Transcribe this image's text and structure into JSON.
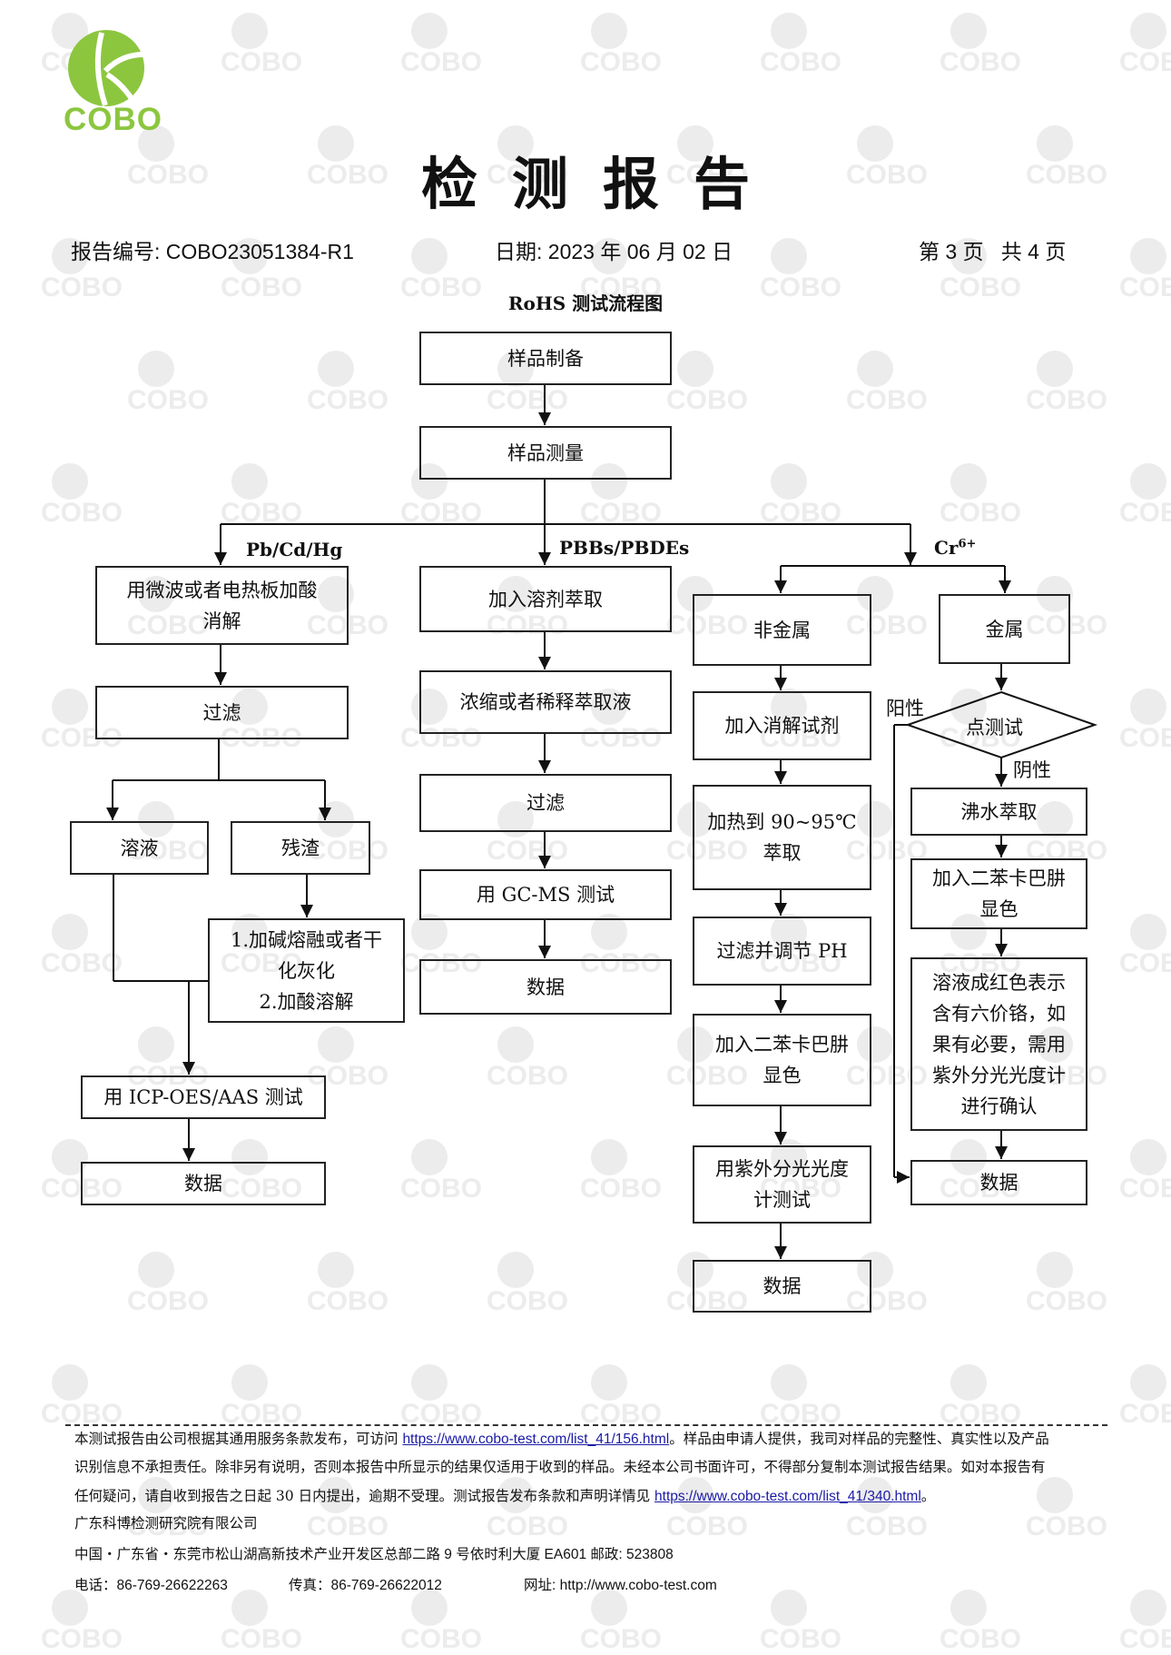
{
  "header": {
    "logo_text": "COBO",
    "title": "检测报告",
    "report_no_label": "报告编号:",
    "report_no": "COBO23051384-R1",
    "date_label": "日期:",
    "date_value": "2023 年 06 月 02 日",
    "page_info": "第 3 页   共 4 页"
  },
  "chart_title": "RoHS 测试流程图",
  "watermark_text": "COBO",
  "flow": {
    "top": {
      "prep": "样品制备",
      "measure": "样品测量"
    },
    "branch_labels": {
      "pb": "Pb/Cd/Hg",
      "pbb": "PBBs/PBDEs",
      "cr": "Cr",
      "cr_sup": "6+"
    },
    "pb": {
      "digest_1": "用微波或者电热板加酸",
      "digest_2": "消解",
      "filter": "过滤",
      "solution": "溶液",
      "residue": "残渣",
      "fuse_1": "1.加碱熔融或者干",
      "fuse_2": "化灰化",
      "fuse_3": "2.加酸溶解",
      "icp": "用 ICP-OES/AAS 测试",
      "data": "数据"
    },
    "pbb": {
      "solvent": "加入溶剂萃取",
      "concentrate": "浓缩或者稀释萃取液",
      "filter": "过滤",
      "gcms": "用 GC-MS 测试",
      "data": "数据"
    },
    "cr_nonmetal": {
      "nonmetal": "非金属",
      "reagent": "加入消解试剂",
      "heat_1": "加热到 90~95℃",
      "heat_2": "萃取",
      "filter_ph": "过滤并调节 PH",
      "color_1": "加入二苯卡巴肼",
      "color_2": "显色",
      "uv_1": "用紫外分光光度",
      "uv_2": "计测试",
      "data": "数据"
    },
    "cr_metal": {
      "metal": "金属",
      "spot": "点测试",
      "positive": "阳性",
      "negative": "阴性",
      "boil": "沸水萃取",
      "color_1": "加入二苯卡巴肼",
      "color_2": "显色",
      "result_1": "溶液成红色表示",
      "result_2": "含有六价铬，如",
      "result_3": "果有必要，需用",
      "result_4": "紫外分光光度计",
      "result_5": "进行确认",
      "data": "数据"
    }
  },
  "footer": {
    "line1_pre": "本测试报告由公司根据其通用服务条款发布，可访问 ",
    "link1": "https://www.cobo-test.com/list_41/156.html",
    "line1_post": "。样品由申请人提供，我司对样品的完整性、真实性以及产品",
    "line2": "识别信息不承担责任。除非另有说明，否则本报告中所显示的结果仅适用于收到的样品。未经本公司书面许可，不得部分复制本测试报告结果。如对本报告有",
    "line3_pre": "任何疑问，请自收到报告之日起 30 日内提出，逾期不受理。测试报告发布条款和声明详情见 ",
    "link2": "https://www.cobo-test.com/list_41/340.html",
    "line3_post": "。",
    "company": "广东科博检测研究院有限公司",
    "address": "中国・广东省・东莞市松山湖高新技术产业开发区总部二路 9 号依时利大厦 EA601  邮政: 523808",
    "phone": "电话：86-769-26622263",
    "fax": "传真：86-769-26622012",
    "website": "网址: http://www.cobo-test.com"
  },
  "colors": {
    "logo_green": "#8cc63f",
    "link": "#1a1aa6",
    "watermark": "#ececec"
  }
}
